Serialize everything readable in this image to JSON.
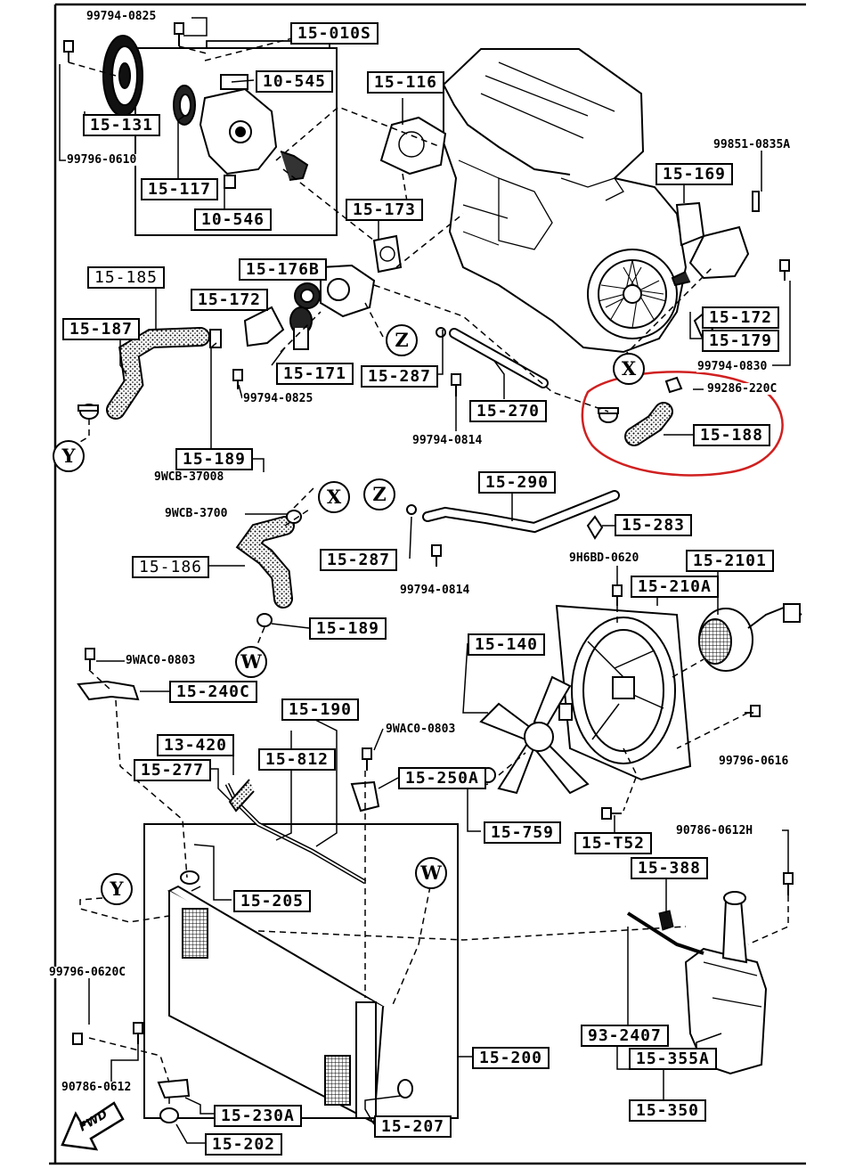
{
  "diagram": {
    "boxed_labels": {
      "p15_010s": "15-010S",
      "p15_116": "15-116",
      "p10_545": "10-545",
      "p15_131": "15-131",
      "p15_117": "15-117",
      "p10_546": "10-546",
      "p15_173": "15-173",
      "p15_169": "15-169",
      "p15_185": "15-185",
      "p15_176b": "15-176B",
      "p15_172a": "15-172",
      "p15_187": "15-187",
      "p15_171": "15-171",
      "p15_287a": "15-287",
      "p15_270": "15-270",
      "p15_172b": "15-172",
      "p15_179": "15-179",
      "p15_188": "15-188",
      "p15_189a": "15-189",
      "p15_290": "15-290",
      "p15_283": "15-283",
      "p15_287b": "15-287",
      "p15_186": "15-186",
      "p15_2101": "15-2101",
      "p15_210a": "15-210A",
      "p15_189b": "15-189",
      "p15_140": "15-140",
      "p15_240c": "15-240C",
      "p15_190": "15-190",
      "p13_420": "13-420",
      "p15_812": "15-812",
      "p15_277": "15-277",
      "p15_250a": "15-250A",
      "p15_759": "15-759",
      "p15_t52": "15-T52",
      "p15_388": "15-388",
      "p15_205": "15-205",
      "p93_2407": "93-2407",
      "p15_355a": "15-355A",
      "p15_200": "15-200",
      "p15_350": "15-350",
      "p15_230a": "15-230A",
      "p15_207": "15-207",
      "p15_202": "15-202"
    },
    "plain_labels": {
      "b99794_0825a": "99794-0825",
      "b99796_0610": "99796-0610",
      "b99851_0835a": "99851-0835A",
      "b99794_0825b": "99794-0825",
      "b99794_0814a": "99794-0814",
      "b99794_0830": "99794-0830",
      "b99286_220c": "99286-220C",
      "b9wcb_37008": "9WCB-37008",
      "b9wcb_3700": "9WCB-3700",
      "b99794_0814b": "99794-0814",
      "b9h6bd_0620": "9H6BD-0620",
      "b9wac0_0803a": "9WAC0-0803",
      "b9wac0_0803b": "9WAC0-0803",
      "b99796_0616": "99796-0616",
      "b90786_0612h": "90786-0612H",
      "b99796_0620c": "99796-0620C",
      "b90786_0612": "90786-0612"
    },
    "reference_markers": {
      "z1": "Z",
      "x1": "X",
      "y1": "Y",
      "x2": "X",
      "z2": "Z",
      "w1": "W",
      "y2": "Y",
      "w2": "W"
    },
    "fwd_arrow": "FWD",
    "highlight_color": "#d02020"
  }
}
